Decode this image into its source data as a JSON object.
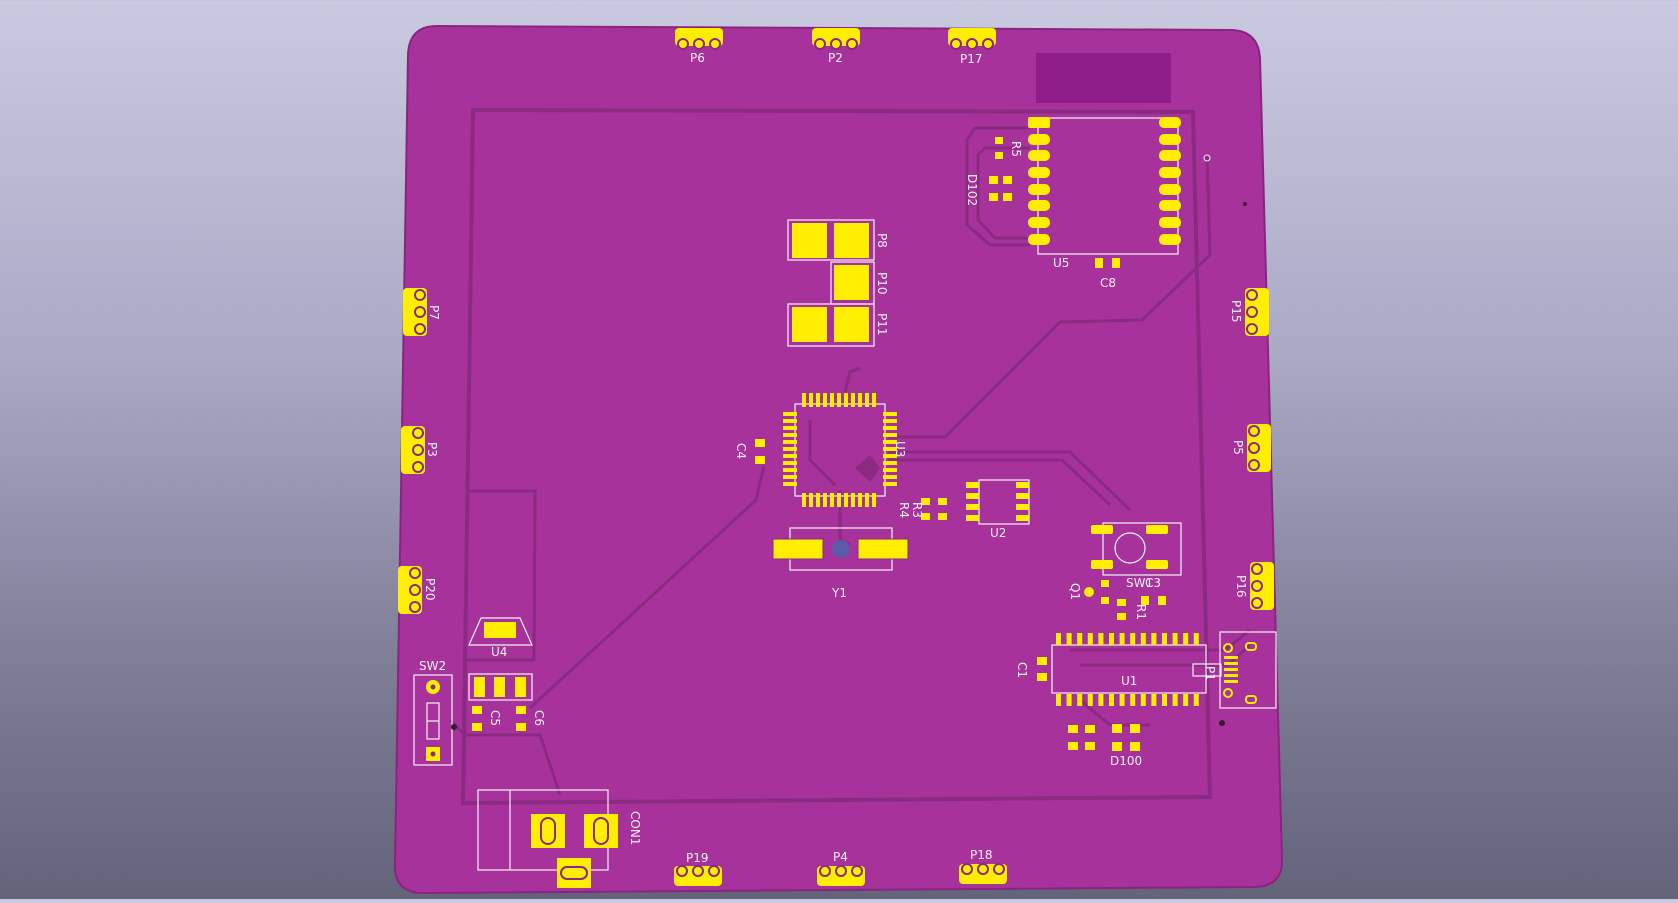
{
  "colors": {
    "background_top": "#c9c9e0",
    "background_bottom": "#63637a",
    "board": "#a7329c",
    "board_edge": "#8a2480",
    "trace": "#8b2a82",
    "copper_pad": "#ffee00",
    "silkscreen": "#f2f2f2"
  },
  "board": {
    "icons": {
      "pad": "pad-icon",
      "via": "via-icon",
      "component": "footprint-icon"
    }
  },
  "labels": {
    "P6": "P6",
    "P2": "P2",
    "P17": "P17",
    "P7": "P7",
    "P3": "P3",
    "P20": "P20",
    "P15": "P15",
    "P5": "P5",
    "P16": "P16",
    "P19": "P19",
    "P4": "P4",
    "P18": "P18",
    "P8": "P8",
    "P10": "P10",
    "P11": "P11",
    "P1": "P1",
    "R5": "R5",
    "R4": "R4",
    "R3": "R3",
    "R1": "R1",
    "D102": "D102",
    "D100": "D100",
    "U1": "U1",
    "U2": "U2",
    "U3": "U3",
    "U4": "U4",
    "U5": "U5",
    "C1": "C1",
    "C3": "C3",
    "C4": "C4",
    "C5": "C5",
    "C6": "C6",
    "C8": "C8",
    "Q1": "Q1",
    "SW1": "SW1",
    "SW2": "SW2",
    "Y1": "Y1",
    "CON1": "CON1"
  }
}
